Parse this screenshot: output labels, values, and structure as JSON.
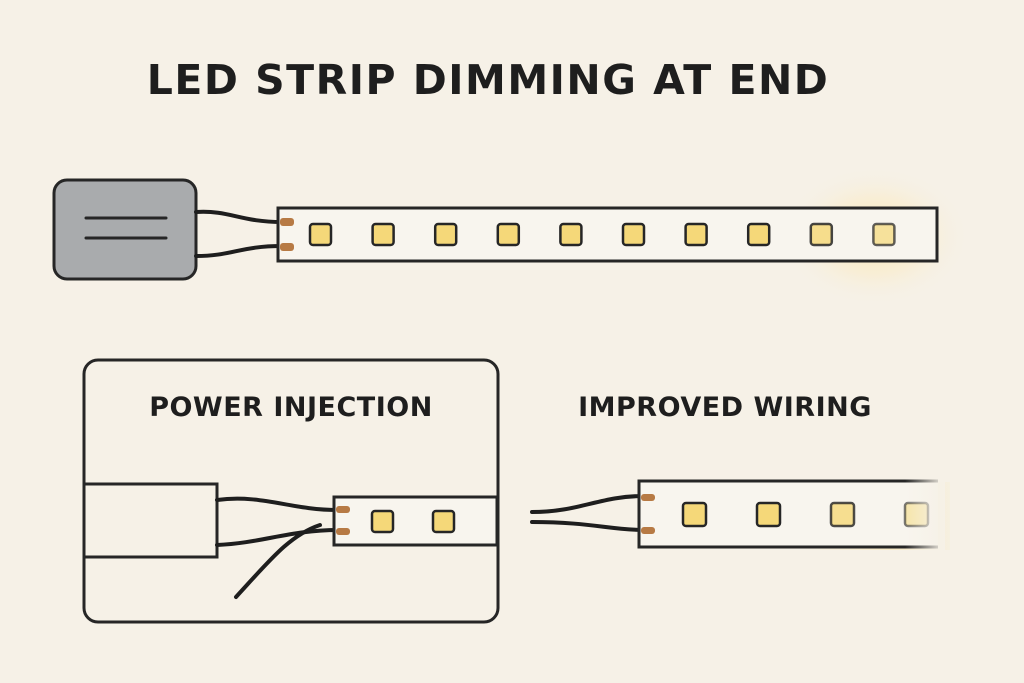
{
  "title": "LED STRIP DIMMING AT END",
  "panels": {
    "power_injection": {
      "label": "POWER INJECTION"
    },
    "improved_wiring": {
      "label": "IMPROVED WIRING"
    }
  },
  "colors": {
    "background": "#f6f1e7",
    "strip_fill": "#f8f5ee",
    "outline": "#262626",
    "led_bright": "#f5d879",
    "led_dim": "#f7ecc4",
    "glow": "#fbe6a6",
    "power_supply": "#a9abad",
    "copper_pad": "#b77a44"
  },
  "strips": {
    "main": {
      "led_count": 10,
      "brightness": [
        1,
        1,
        1,
        1,
        1,
        1,
        1,
        1,
        0.75,
        0.55
      ]
    },
    "injection": {
      "led_count": 2,
      "brightness": [
        1,
        1
      ]
    },
    "improved": {
      "led_count": 4,
      "brightness": [
        1,
        1,
        0.7,
        0.35
      ]
    }
  }
}
